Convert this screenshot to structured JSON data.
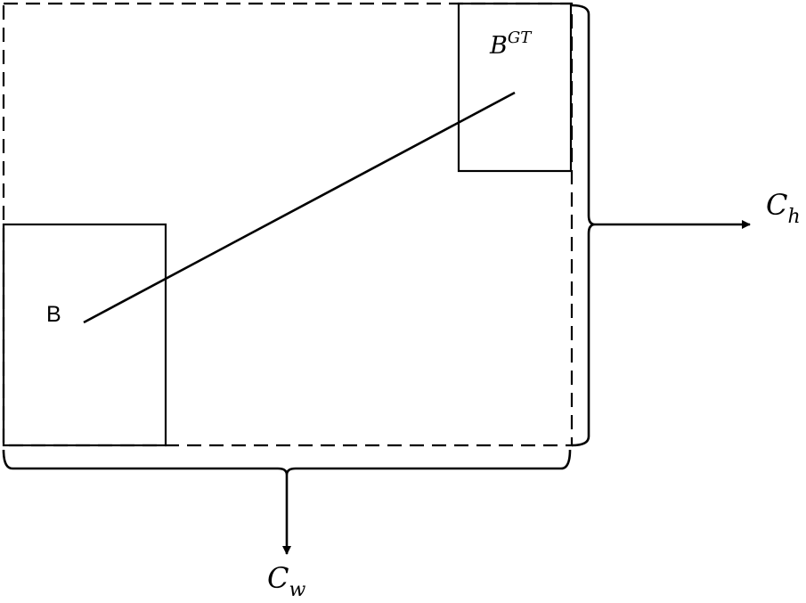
{
  "labels": {
    "box_b": "B",
    "box_gt_base": "B",
    "box_gt_sup": "GT",
    "ch_base": "C",
    "ch_sub": "h",
    "cw_base": "C",
    "cw_sub": "w"
  },
  "colors": {
    "stroke": "#000000",
    "background": "#ffffff"
  }
}
